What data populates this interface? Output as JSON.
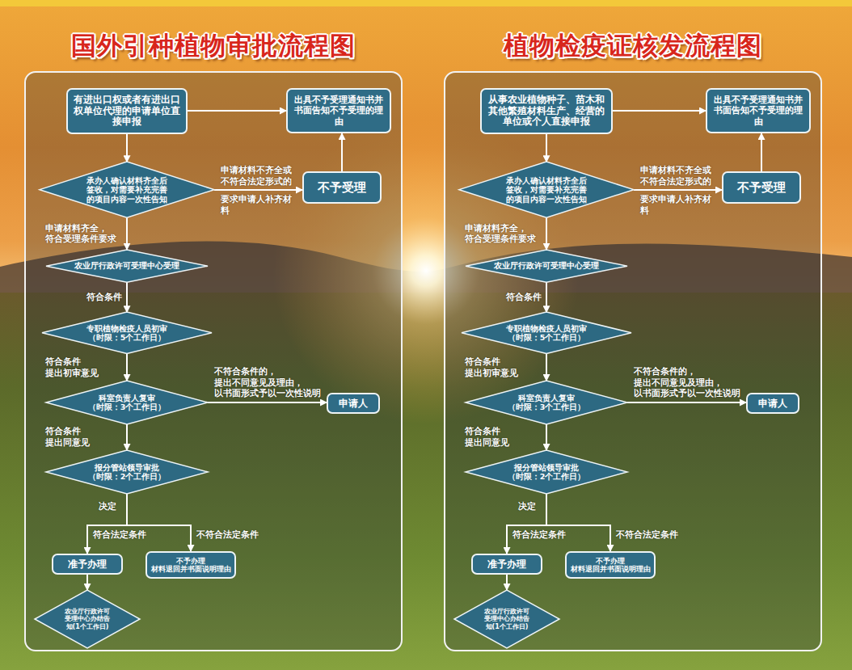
{
  "diagram": {
    "nodes": [
      {
        "text": [
          "国外引种植物审批流程图"
        ]
      },
      {
        "text": [
          "有进出口权或者有进出口权单位代理的申请单位直接申报"
        ],
        "in": 0
      },
      {
        "text": [
          "出具不予受理通知书并书面告知不予受理的理由"
        ],
        "in": 0
      },
      {
        "text": [
          "承办人确认材料齐全后签收，对需要补充完善的项目内容一次性告知"
        ],
        "in": 0
      },
      {
        "text": [
          "不予受理"
        ],
        "in": 0
      },
      {
        "text": [
          "农业厅行政许可受理中心受理"
        ],
        "in": 0
      },
      {
        "text": [
          "专职植物检疫人员初审 （时限：5个工作日）"
        ],
        "in": 0
      },
      {
        "text": [
          "科室负责人复审 （时限：3个工作日）"
        ],
        "in": 0
      },
      {
        "text": [
          "申请人"
        ],
        "in": 0
      },
      {
        "text": [
          "报分管站领导审批 （时限：2个工作日）"
        ],
        "in": 0
      },
      {
        "text": [
          "准予办理"
        ],
        "in": 0
      },
      {
        "text": [
          "不予办理 材料退回并书面说明理由"
        ],
        "in": 0
      },
      {
        "text": [
          "农业厅行政许可受理中心办结告知(1个工作日)"
        ],
        "in": 0
      },
      {
        "text": [
          "植物检疫证核发流程图"
        ]
      },
      {
        "text": [
          "从事农业植物种子、苗木和其他繁殖材料生产、经营的单位或个人直接申报"
        ],
        "in": 13
      },
      {
        "text": [
          "出具不予受理通知书并书面告知不予受理的理由"
        ],
        "in": 13
      },
      {
        "text": [
          "承办人确认材料齐全后签收，对需要补充完善的项目内容一次性告知"
        ],
        "in": 13
      },
      {
        "text": [
          "不予受理"
        ],
        "in": 13
      },
      {
        "text": [
          "农业厅行政许可受理中心受理"
        ],
        "in": 13
      },
      {
        "text": [
          "专职植物检疫人员初审 （时限：5个工作日）"
        ],
        "in": 13
      },
      {
        "text": [
          "科室负责人复审 （时限：3个工作日）"
        ],
        "in": 13
      },
      {
        "text": [
          "申请人"
        ],
        "in": 13
      },
      {
        "text": [
          "报分管站领导审批 （时限：2个工作日）"
        ],
        "in": 13
      },
      {
        "text": [
          "准予办理"
        ],
        "in": 13
      },
      {
        "text": [
          "不予办理 材料退回并书面说明理由"
        ],
        "in": 13
      },
      {
        "text": [
          "农业厅行政许可受理中心办结告知(1个工作日)"
        ],
        "in": 13
      }
    ],
    "edges": [
      {
        "from": 1,
        "to": 3,
        "arrow": "to"
      },
      {
        "from": 1,
        "to": 2,
        "arrow": "to"
      },
      {
        "from": 3,
        "to": 4,
        "label": "申请材料不齐全或不符合法定形式的",
        "arrow": "to"
      },
      {
        "from": 4,
        "to": 2,
        "arrow": "to"
      },
      {
        "from": 3,
        "to": 5,
        "label": "申请材料齐全，符合受理条件要求",
        "arrow": "to"
      },
      {
        "from": 5,
        "to": 6,
        "label": "符合条件",
        "arrow": "to"
      },
      {
        "from": 6,
        "to": 7,
        "label": "符合条件 提出初审意见",
        "arrow": "to"
      },
      {
        "from": 7,
        "to": 8,
        "label": "不符合条件的，提出不同意见及理由，以书面形式予以一次性说明",
        "arrow": "to"
      },
      {
        "from": 7,
        "to": 9,
        "label": "符合条件 提出同意见",
        "arrow": "to"
      },
      {
        "from": 9,
        "to": 10,
        "label": "符合法定条件",
        "arrow": "to"
      },
      {
        "from": 9,
        "to": 11,
        "label": "不符合法定条件",
        "arrow": "to"
      },
      {
        "from": 10,
        "to": 12,
        "arrow": "to"
      },
      {
        "from": 14,
        "to": 16,
        "arrow": "to"
      },
      {
        "from": 14,
        "to": 15,
        "arrow": "to"
      },
      {
        "from": 16,
        "to": 17,
        "label": "申请材料不齐全或不符合法定形式的",
        "arrow": "to"
      },
      {
        "from": 17,
        "to": 15,
        "arrow": "to"
      },
      {
        "from": 16,
        "to": 18,
        "label": "申请材料齐全，符合受理条件要求",
        "arrow": "to"
      },
      {
        "from": 18,
        "to": 19,
        "label": "符合条件",
        "arrow": "to"
      },
      {
        "from": 19,
        "to": 20,
        "label": "符合条件 提出初审意见",
        "arrow": "to"
      },
      {
        "from": 20,
        "to": 21,
        "label": "不符合条件的，提出不同意见及理由，以书面形式予以一次性说明",
        "arrow": "to"
      },
      {
        "from": 20,
        "to": 22,
        "label": "符合条件 提出同意见",
        "arrow": "to"
      },
      {
        "from": 22,
        "to": 23,
        "label": "符合法定条件",
        "arrow": "to"
      },
      {
        "from": 22,
        "to": 24,
        "label": "不符合法定条件",
        "arrow": "to"
      },
      {
        "from": 23,
        "to": 25,
        "arrow": "to"
      }
    ],
    "labels": [
      "要求申请人补齐材料",
      "决定",
      "要求申请人补齐材料",
      "决定"
    ]
  }
}
